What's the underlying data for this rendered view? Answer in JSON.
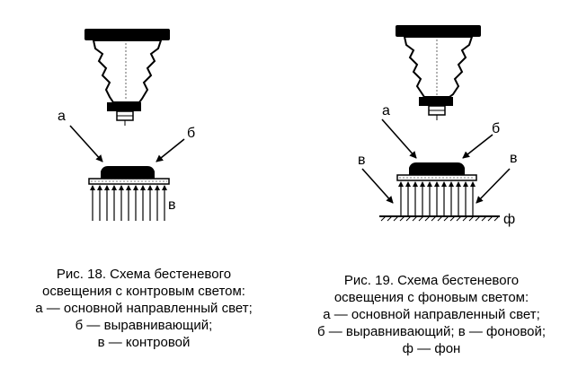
{
  "figure_left": {
    "labels": {
      "a": "а",
      "b": "б",
      "v": "в"
    },
    "caption": [
      "Рис. 18. Схема бестеневого",
      "освещения с контровым светом:",
      "а — основной направленный свет;",
      "б — выравнивающий;",
      "в — контровой"
    ]
  },
  "figure_right": {
    "labels": {
      "a": "а",
      "b": "б",
      "v_left": "в",
      "v_right": "в",
      "f": "ф"
    },
    "caption": [
      "Рис. 19. Схема бестеневого",
      "освещения с фоновым светом:",
      "а — основной направленный свет;",
      "б — выравнивающий; в — фоновой;",
      "ф — фон"
    ]
  }
}
